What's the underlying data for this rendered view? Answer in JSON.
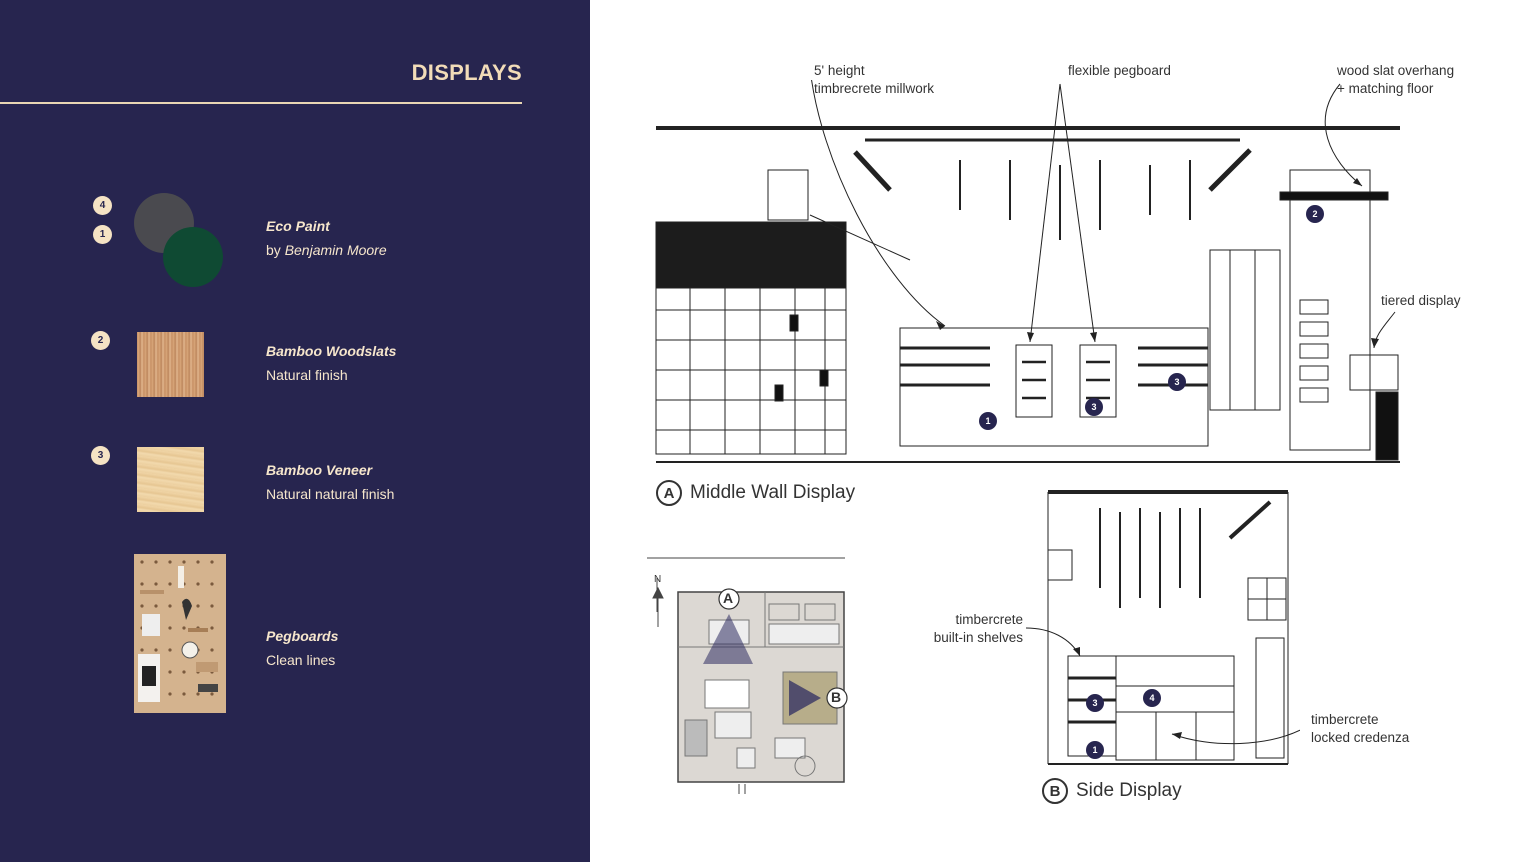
{
  "panel": {
    "title": "DISPLAYS",
    "colors": {
      "background": "#27254f",
      "accent": "#f2dcb8"
    }
  },
  "materials": [
    {
      "badges": [
        "4",
        "1"
      ],
      "name": "Eco Paint",
      "sub_prefix": "by ",
      "sub_brand": "Benjamin Moore",
      "swatches": [
        "#4a4a4f",
        "#0f4a33"
      ]
    },
    {
      "badges": [
        "2"
      ],
      "name": "Bamboo Woodslats",
      "sub": "Natural finish"
    },
    {
      "badges": [
        "3"
      ],
      "name": "Bamboo Veneer",
      "sub": "Natural natural finish"
    },
    {
      "badges": [],
      "name": "Pegboards",
      "sub": "Clean lines"
    }
  ],
  "drawing_a": {
    "callouts": {
      "millwork_1": "5' height",
      "millwork_2": "timbrecrete millwork",
      "pegboard": "flexible pegboard",
      "overhang_1": "wood slat overhang",
      "overhang_2": "+ matching floor",
      "tiered": "tiered display"
    },
    "caption_letter": "A",
    "caption": "Middle Wall Display",
    "markers": [
      "1",
      "2",
      "3",
      "3"
    ]
  },
  "plan": {
    "north": "N",
    "markers": [
      "A",
      "B"
    ]
  },
  "drawing_b": {
    "callouts": {
      "shelves_1": "timbercrete",
      "shelves_2": "built-in shelves",
      "credenza_1": "timbercrete",
      "credenza_2": "locked credenza"
    },
    "caption_letter": "B",
    "caption": "Side Display",
    "markers": [
      "3",
      "4",
      "1"
    ]
  }
}
